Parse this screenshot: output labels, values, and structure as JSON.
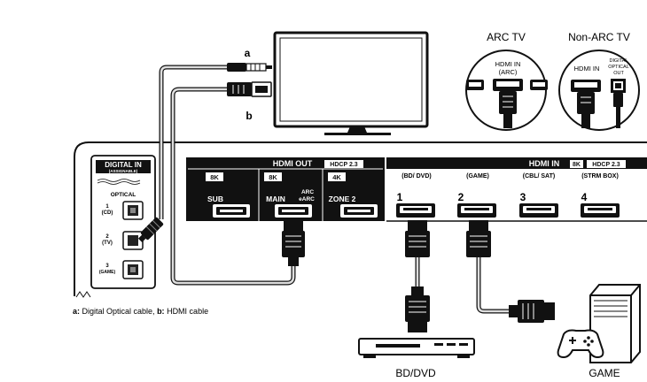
{
  "diagram": {
    "cable_a_tag": "a",
    "cable_b_tag": "b",
    "caption": {
      "a_key": "a:",
      "a_text": " Digital Optical cable, ",
      "b_key": "b:",
      "b_text": " HDMI cable"
    },
    "tv_types": {
      "arc_title": "ARC TV",
      "arc_port_line1": "HDMI IN",
      "arc_port_line2": "(ARC)",
      "nonarc_title": "Non-ARC TV",
      "nonarc_port": "HDMI IN",
      "nonarc_optical_line1": "DIGITAL",
      "nonarc_optical_line2": "OPTICAL",
      "nonarc_optical_line3": "OUT"
    },
    "digital_in": {
      "title": "DIGITAL IN",
      "subtitle": "(ASSIGNABLE)",
      "optical_label": "OPTICAL",
      "ports": [
        {
          "num": "1",
          "name": "(CD)"
        },
        {
          "num": "2",
          "name": "(TV)"
        },
        {
          "num": "3",
          "name": "(GAME)"
        }
      ]
    },
    "hdmi_out": {
      "title": "HDMI OUT",
      "hdcp": "HDCP 2.3",
      "ports": [
        {
          "badge": "8K",
          "label": "SUB",
          "arc1": "",
          "arc2": ""
        },
        {
          "badge": "8K",
          "label": "MAIN",
          "arc1": "ARC",
          "arc2": "eARC"
        },
        {
          "badge": "4K",
          "label": "ZONE 2",
          "arc1": "",
          "arc2": ""
        }
      ]
    },
    "hdmi_in": {
      "title": "HDMI IN",
      "badge": "8K",
      "hdcp": "HDCP 2.3",
      "ports": [
        {
          "num": "1",
          "name": "(BD/ DVD)"
        },
        {
          "num": "2",
          "name": "(GAME)"
        },
        {
          "num": "3",
          "name": "(CBL/ SAT)"
        },
        {
          "num": "4",
          "name": "(STRM BOX)"
        }
      ]
    },
    "devices": {
      "bd_label": "BD/DVD",
      "game_label": "GAME"
    }
  }
}
